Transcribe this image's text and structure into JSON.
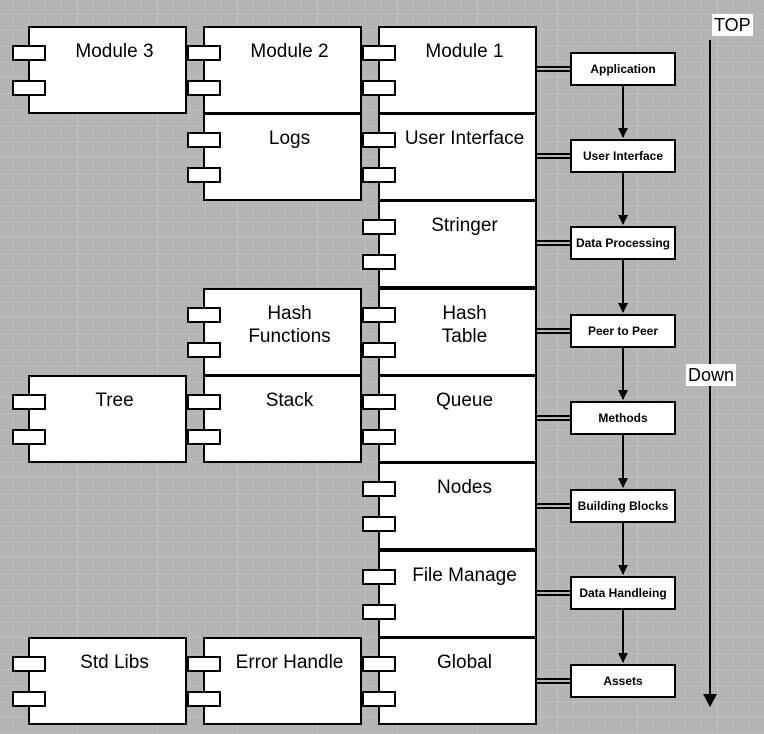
{
  "components": [
    {
      "id": "module-3",
      "label": "Module 3"
    },
    {
      "id": "module-2",
      "label": "Module 2"
    },
    {
      "id": "module-1",
      "label": "Module 1"
    },
    {
      "id": "logs",
      "label": "Logs"
    },
    {
      "id": "user-interface",
      "label": "User Interface"
    },
    {
      "id": "stringer",
      "label": "Stringer"
    },
    {
      "id": "hash-functions",
      "label": "Hash\nFunctions"
    },
    {
      "id": "hash-table",
      "label": "Hash\nTable"
    },
    {
      "id": "tree",
      "label": "Tree"
    },
    {
      "id": "stack",
      "label": "Stack"
    },
    {
      "id": "queue",
      "label": "Queue"
    },
    {
      "id": "nodes",
      "label": "Nodes"
    },
    {
      "id": "file-manage",
      "label": "File Manage"
    },
    {
      "id": "std-libs",
      "label": "Std Libs"
    },
    {
      "id": "error-handle",
      "label": "Error Handle"
    },
    {
      "id": "global",
      "label": "Global"
    }
  ],
  "layers": [
    "Application",
    "User Interface",
    "Data Processing",
    "Peer to Peer",
    "Methods",
    "Building Blocks",
    "Data Handleing",
    "Assets"
  ],
  "axis": {
    "top_label": "TOP",
    "down_label": "Down"
  }
}
